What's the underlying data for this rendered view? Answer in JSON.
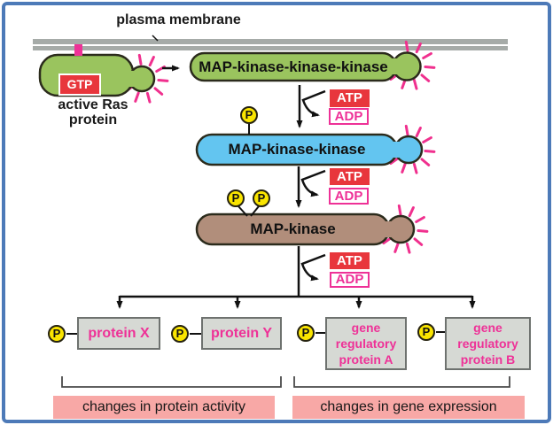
{
  "labels": {
    "plasma_membrane": "plasma membrane",
    "active_ras": "active Ras protein",
    "gtp": "GTP",
    "atp": "ATP",
    "adp": "ADP",
    "phosphate": "P"
  },
  "cascade": [
    {
      "name": "MAP-kinase-kinase-kinase",
      "color": "#9ac45e"
    },
    {
      "name": "MAP-kinase-kinase",
      "color": "#63c5f0"
    },
    {
      "name": "MAP-kinase",
      "color": "#b18e7b"
    }
  ],
  "ras": {
    "color": "#9ac45e"
  },
  "targets": [
    {
      "label": "protein X"
    },
    {
      "label": "protein Y"
    },
    {
      "label": "gene regulatory protein A"
    },
    {
      "label": "gene regulatory protein B"
    }
  ],
  "outcomes": [
    {
      "label": "changes in protein activity"
    },
    {
      "label": "changes in gene expression"
    }
  ],
  "colors": {
    "frame_border": "#4d7ab8",
    "membrane_gray": "#a6aba8",
    "atp_red": "#e8363c",
    "magenta": "#ee3197",
    "phosphate_yellow": "#fae500",
    "target_box_fill": "#d6d9d4",
    "outcome_bg": "#f8a8a6",
    "burst_pink": "#f0308e"
  }
}
